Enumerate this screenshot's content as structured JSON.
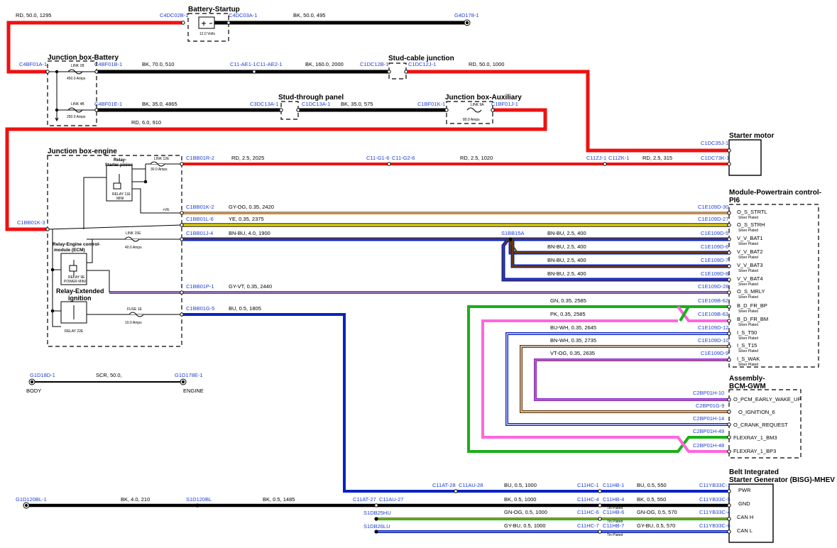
{
  "colors": {
    "RD": "#ee1111",
    "BK": "#000000",
    "BU": "#0a22c0",
    "GN": "#18b018",
    "PK": "#ff66dd",
    "YE": "#f0e000",
    "OG": "#d08a3c",
    "GY": "#9a9a9a",
    "BN": "#6a3a0a",
    "VT": "#8a2ad8",
    "WH": "#ffffff",
    "TEXT_CONNECTOR": "#1f3fd0"
  },
  "titles": {
    "battery": "Battery-Startup",
    "jb_battery": "Junction box-Battery",
    "stud_cable": "Stud-cable junction",
    "stud_through": "Stud-through panel",
    "jb_aux": "Junction box-Auxiliary",
    "jb_engine": "Junction box-engine",
    "starter": "Starter motor",
    "pcm_1": "Module-Powertrain control-",
    "pcm_2": "PI6",
    "bcm_1": "Assembly-",
    "bcm_2": "BCM-GWM",
    "bisg_1": "Belt Integrated",
    "bisg_2": "Starter Generator (BISG)-MHEV",
    "relay_pinion_1": "Relay-",
    "relay_pinion_2": "Starter pinion",
    "relay_ecm_1": "Relay-Engine control-",
    "relay_ecm_2": "module (ECM)",
    "relay_ext_1": "Relay-Extended",
    "relay_ext_2": "ignition"
  },
  "small": {
    "battery_volts": "12.0 Volts",
    "link1b": "LINK 1B",
    "link1b_a": "450.0 Amps",
    "link4b": "LINK 4B",
    "link4b_a": "250.0 Amps",
    "link9a": "LINK 9A",
    "link9a_a": "80.0 Amps",
    "link12e": "LINK 12E",
    "link12e_a": "30.0 Amps",
    "link15e": "LINK 15E",
    "link15e_a": "40.0 Amps",
    "fuse1e": "FUSE 1E",
    "fuse1e_a": "10.0 Amps",
    "relay11e_1": "RELAY 11E",
    "relay11e_2": "MINI",
    "relay9e_1": "RELAY 9E",
    "relay9e_2": "POWER MINI",
    "relay22e": "RELAY 22E",
    "pve": "+VE",
    "body": "BODY",
    "engine": "ENGINE",
    "silver": "Silver Plated",
    "tin": "Tin Plated"
  },
  "connectors": {
    "c4dc02b1": "C4DC02B-1",
    "c4dc03a1": "C4DC03A-1",
    "g4d1781": "G4D178-1",
    "c4bf01a1": "C4BF01A-1",
    "c4bf01b1": "C4BF01B-1",
    "c11ae11": "C11-AE1-1",
    "c11ae21": "C11-AE2-1",
    "c1dc12b1": "C1DC12B-1",
    "c1dc12j1": "C1DC12J-1",
    "c4bf01e1": "C4BF01E-1",
    "c3dc13a1": "C3DC13A-1",
    "c1dc13a1": "C1DC13A-1",
    "c1bf01k1": "C1BF01K-1",
    "c1bf01j1": "C1BF01J-1",
    "c1dc35j1": "C1DC35J-1",
    "c1dc73k1": "C1DC73K-1",
    "c1bb01r2": "C1BB01R-2",
    "c11g16": "C11-G1-6",
    "c11g26": "C11-G2-6",
    "c11zj1": "C11ZJ-1",
    "c11zk1": "C11ZK-1",
    "c1bb01k3": "C1BB01K-3",
    "c1bb01k2": "C1BB01K-2",
    "c1bb01l6": "C1BB01L-6",
    "c1bb01j4": "C1BB01J-4",
    "s1bb15a": "S1BB15A",
    "c1bb01p1": "C1BB01P-1",
    "c1bb01g5": "C1BB01G-5",
    "c1e109d30": "C1E109D-30",
    "c1e109d27": "C1E109D-27",
    "c1e109d5": "C1E109D-5",
    "c1e109d6": "C1E109D-6",
    "c1e109d7": "C1E109D-7",
    "c1e109d8": "C1E109D-8",
    "c1e109d28": "C1E109D-28",
    "c1e109b62": "C1E109B-62",
    "c1e109b63": "C1E109B-63",
    "c1e109d12": "C1E109D-12",
    "c1e109d10": "C1E109D-10",
    "c1e109d9": "C1E109D-9",
    "g1d18d1": "G1D18D-1",
    "g1d178e1": "G1D178E-1",
    "c2bp01h10": "C2BP01H-10",
    "c2bp01g9": "C2BP01G-9",
    "c2bp01h14": "C2BP01H-14",
    "c2bp01h49": "C2BP01H-49",
    "c2bp01h48": "C2BP01H-48",
    "c11at28": "C11AT-28",
    "c11au28": "C11AU-28",
    "c11hc1": "C11HC-1",
    "c11hb1": "C11HB-1",
    "c11yb33c1": "C11YB33C-1",
    "g1d120bl1": "G1D120BL-1",
    "s1d120bl": "S1D120BL",
    "c11at27": "C11AT-27",
    "c11au27": "C11AU-27",
    "c11hc4": "C11HC-4",
    "c11hb4": "C11HB-4",
    "c11yb33c5": "C11YB33C-5",
    "s1db25hu": "S1DB25HU",
    "c11hc6": "C11HC-6",
    "c11hb6": "C11HB-6",
    "c11yb33c4": "C11YB33C-4",
    "s1db26lu": "S1DB26LU",
    "c11hc7": "C11HC-7",
    "c11hb7": "C11HB-7",
    "c11yb33c6": "C11YB33C-6"
  },
  "wires": {
    "w1": "RD,  50.0,  1295",
    "w2": "BK,  50.0,  495",
    "w3": "BK,  70.0,  510",
    "w4": "BK,  160.0,  2000",
    "w5": "RD,  50.0,  1000",
    "w6": "BK,  35.0,  4865",
    "w7": "BK,  35.0,  575",
    "w8": "RD,  6.0,  910",
    "w9": "RD,  2.5,  2025",
    "w10": "RD,  2.5,  1020",
    "w11": "RD,  2.5,  315",
    "w12": "GY-OG,  0.35,  2420",
    "w13": "YE,  0.35,  2375",
    "w14": "BN-BU,  4.0,  1900",
    "w15": "BN-BU,  2.5,  400",
    "w16": "BN-BU,  2.5,  400",
    "w17": "BN-BU,  2.5,  400",
    "w18": "BN-BU,  2.5,  400",
    "w19": "GY-VT,  0.35,  2440",
    "w20": "GN,  0.35,  2585",
    "w21": "PK,  0.35,  2585",
    "w22": "BU-WH,  0.35,  2645",
    "w23": "BN-WH,  0.35,  2735",
    "w24": "VT-OG,  0.35,  2635",
    "w25": "BU,  0.5,  1805",
    "w26": "SCR,  50.0,",
    "w27": "BU,  0.5,  1000",
    "w28": "BU,  0.5,  550",
    "w29": "BK,  4.0,  210",
    "w30": "BK,  0.5,  1485",
    "w31": "BK,  0.5,  1000",
    "w32": "BK,  0.5,  550",
    "w33": "GN-OG,  0.5,  1000",
    "w34": "GN-OG,  0.5,  570",
    "w35": "GY-BU,  0.5,  1000",
    "w36": "GY-BU,  0.5,  570"
  },
  "pins": {
    "pcm": [
      "O_S_STRTL",
      "O_S_STRH",
      "V_V_BAT1",
      "V_V_BAT2",
      "V_V_BAT3",
      "V_V_BAT4",
      "O_S_MRLY",
      "B_D_FR_BP",
      "B_D_FR_BM",
      "I_S_T50",
      "I_S_T15",
      "I_S_WAK"
    ],
    "bcm": [
      "O_PCM_EARLY_WAKE_UP",
      "O_IGNITION_6",
      "O_CRANK_REQUEST",
      "FLEXRAY_1_BM3",
      "FLEXRAY_1_BP3"
    ],
    "bisg": [
      "PWR",
      "GND",
      "CAN H",
      "CAN L"
    ]
  }
}
